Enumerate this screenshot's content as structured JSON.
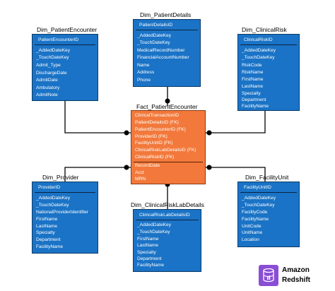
{
  "tables": {
    "dim_patient_encounter": {
      "title": "Dim_PatientEncounter",
      "key": "PatientEncounterID",
      "fields": [
        "_AddedDateKey",
        "_TouchDateKey",
        "Admit_Type",
        "DischargeDate",
        "AdmitDate",
        "Ambulatory",
        "AdmitNote"
      ]
    },
    "dim_patient_details": {
      "title": "Dim_PatientDetails",
      "key": "PatientDetailsID",
      "fields": [
        "_AddedDateKey",
        "_TouchDateKey",
        "MedicalRecordNumber",
        "FinancialAccountNumber",
        "Name",
        "Address",
        "Phone"
      ]
    },
    "dim_clinical_risk": {
      "title": "Dim_ClinicalRisk",
      "key": "ClinicalRiskID",
      "fields": [
        "_AddedDateKey",
        "_TouchDateKey",
        "RiskCode",
        "RiskName",
        "FirstName",
        "LastName",
        "Specialty",
        "Department",
        "FacilityName"
      ]
    },
    "fact_patient_encounter": {
      "title": "Fact_PatientEncounter",
      "keys": [
        "ClinicalTransactionID",
        "PatientDetailsID (FK)",
        "PatientEncounterID (FK)",
        "ProviderID (FK)",
        "FacilityUnitID (FK)",
        "ClinicalRiskLabDetailsID (FK)",
        "ClinicalRiskID (FK)"
      ],
      "fields": [
        "RecordDate",
        "Acct",
        "MRN"
      ]
    },
    "dim_provider": {
      "title": "Dim_Provider",
      "key": "ProviderID",
      "fields": [
        "_AddedDateKey",
        "_TouchDateKey",
        "NationalProviderIdentifier",
        "FirstName",
        "LastName",
        "Specialty",
        "Department",
        "FacilityName"
      ]
    },
    "dim_clinical_risk_lab_details": {
      "title": "Dim_ClinicalRiskLabDetails",
      "key": "ClinicalRiskLabDetailsID",
      "fields": [
        "_AddedDateKey",
        "_TouchDateKey",
        "FirstName",
        "LastName",
        "Specialty",
        "Department",
        "FacilityName"
      ]
    },
    "dim_facility_unit": {
      "title": "Dim_FacilityUnit",
      "key": "FacilityUnitID",
      "fields": [
        "_AddedDateKey",
        "_TouchDateKey",
        "FacilityCode",
        "FacilityName",
        "UnitCode",
        "UnitName",
        "Location"
      ]
    }
  },
  "logo": {
    "line1": "Amazon",
    "line2": "Redshift"
  },
  "colors": {
    "dimension": "#1a73c6",
    "fact": "#f2793b"
  }
}
